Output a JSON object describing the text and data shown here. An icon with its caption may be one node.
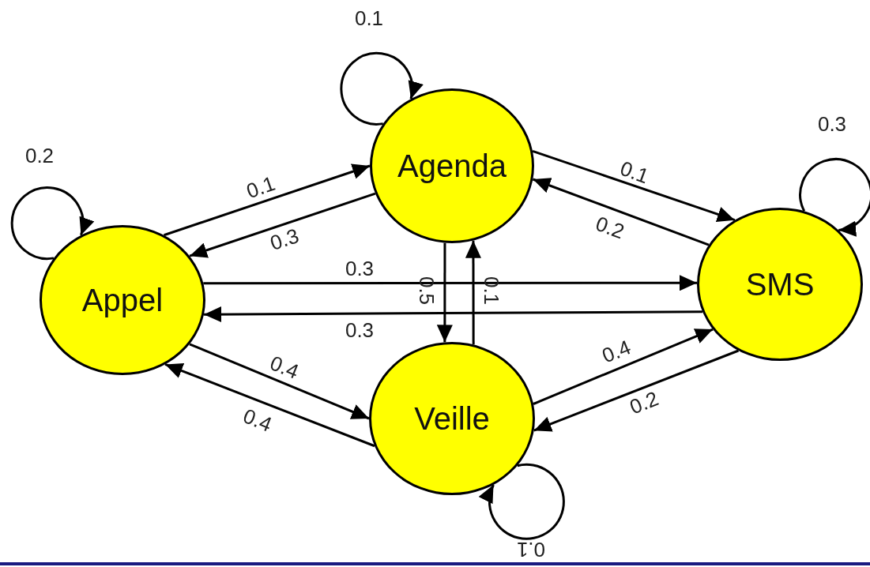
{
  "diagram": {
    "nodes": [
      {
        "text": [
          "Appel"
        ]
      },
      {
        "text": [
          "Agenda"
        ]
      },
      {
        "text": [
          "SMS"
        ]
      },
      {
        "text": [
          "Veille"
        ]
      }
    ],
    "edges": [
      {
        "from": 0,
        "to": 0,
        "arrow": "to",
        "label": "0.2"
      },
      {
        "from": 1,
        "to": 1,
        "arrow": "to",
        "label": "0.1"
      },
      {
        "from": 2,
        "to": 2,
        "arrow": "to",
        "label": "0.3"
      },
      {
        "from": 3,
        "to": 3,
        "arrow": "to",
        "label": "0.1"
      },
      {
        "from": 0,
        "to": 1,
        "arrow": "to",
        "label": "0.1"
      },
      {
        "from": 1,
        "to": 0,
        "arrow": "to",
        "label": "0.3"
      },
      {
        "from": 1,
        "to": 2,
        "arrow": "to",
        "label": "0.1"
      },
      {
        "from": 2,
        "to": 1,
        "arrow": "to",
        "label": "0.2"
      },
      {
        "from": 0,
        "to": 2,
        "arrow": "to",
        "label": "0.3"
      },
      {
        "from": 2,
        "to": 0,
        "arrow": "to",
        "label": "0.3"
      },
      {
        "from": 1,
        "to": 3,
        "arrow": "to",
        "label": "0.5"
      },
      {
        "from": 3,
        "to": 1,
        "arrow": "to",
        "label": "0.1"
      },
      {
        "from": 0,
        "to": 3,
        "arrow": "to",
        "label": "0.4"
      },
      {
        "from": 3,
        "to": 0,
        "arrow": "to",
        "label": "0.4"
      },
      {
        "from": 3,
        "to": 2,
        "arrow": "to",
        "label": "0.4"
      },
      {
        "from": 2,
        "to": 3,
        "arrow": "to",
        "label": "0.2"
      }
    ]
  }
}
